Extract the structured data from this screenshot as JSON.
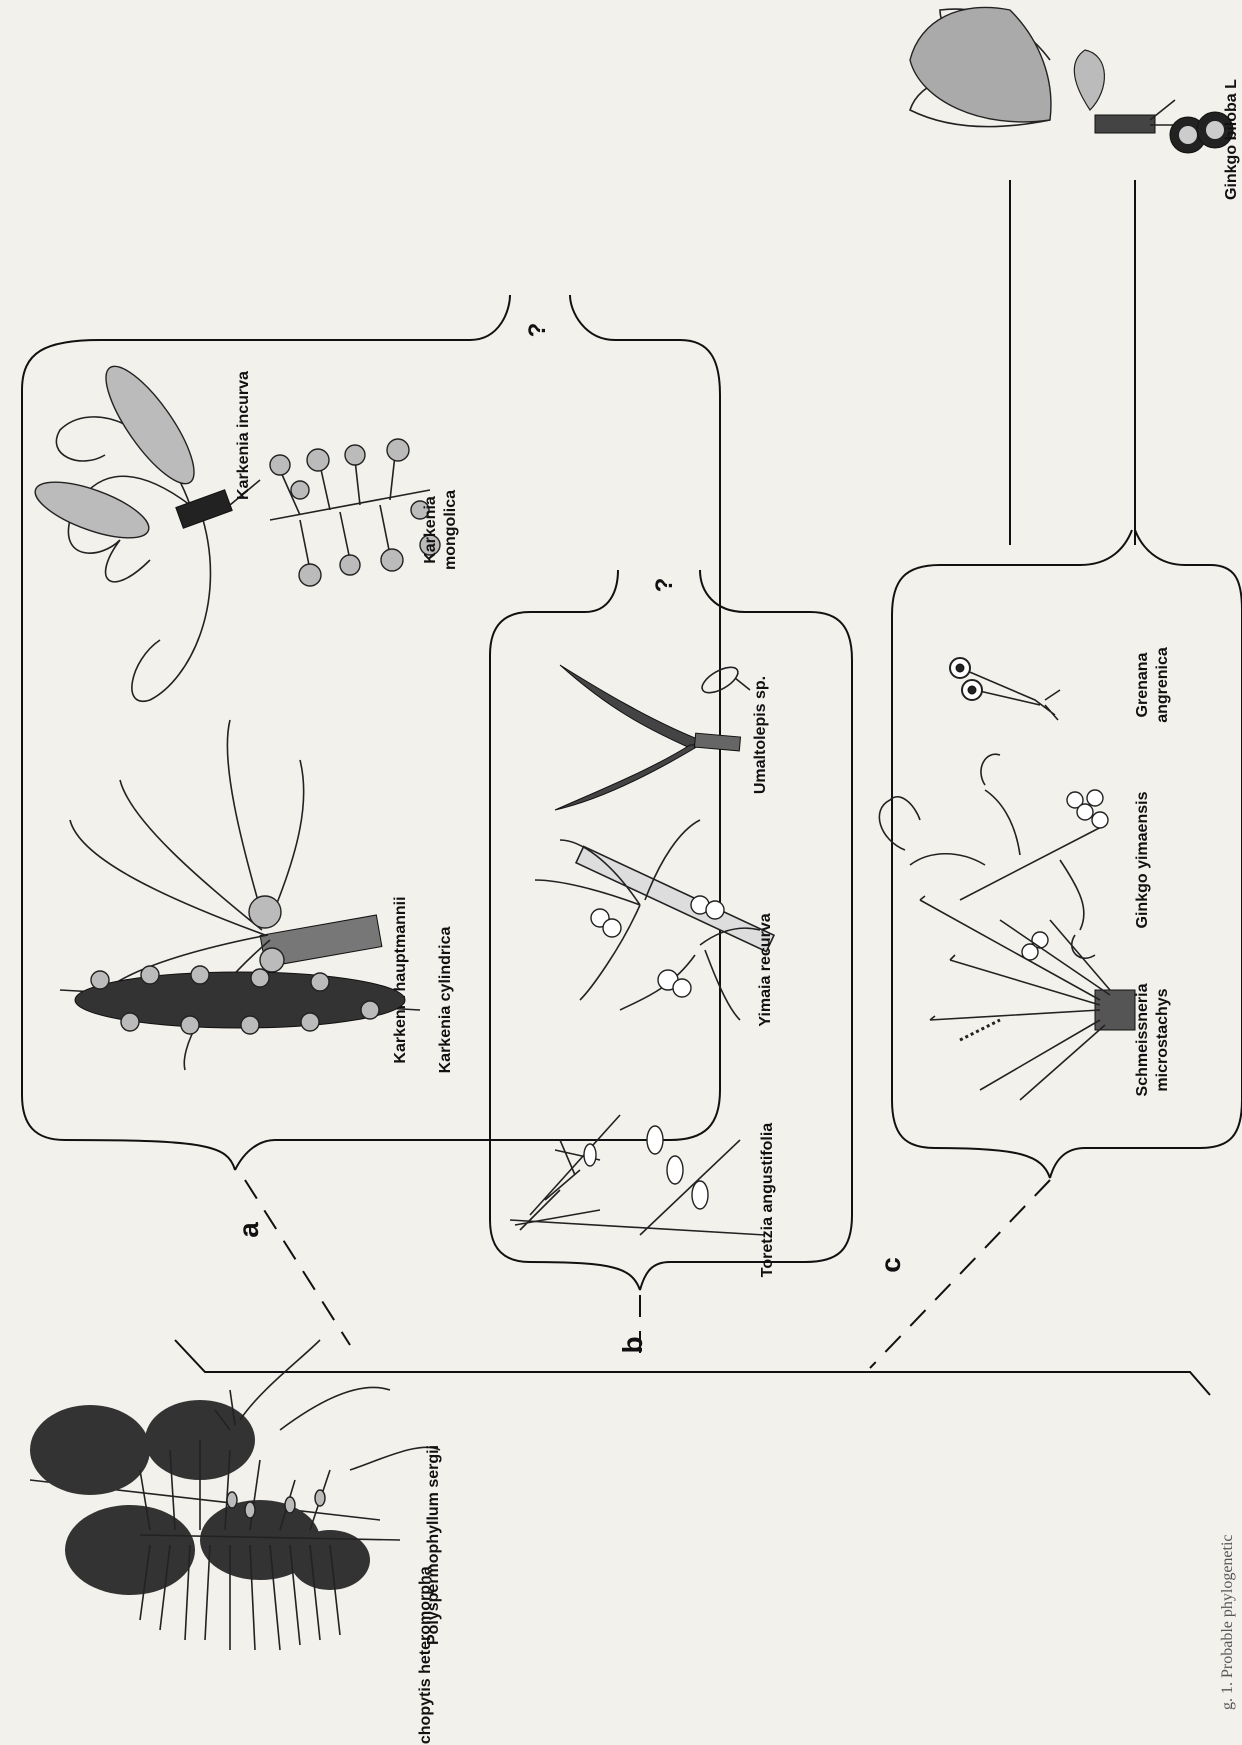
{
  "groups": {
    "a": {
      "letter": "a",
      "question": "?"
    },
    "b": {
      "letter": "b",
      "question": "?"
    },
    "c": {
      "letter": "c"
    }
  },
  "taxa": {
    "polyspermophyllum": "Polyspermophyllum sergii",
    "trichopytis": "Trichopytis heteromorpha",
    "karkenia_cylindrica": "Karkenia cylindrica",
    "karkenia_hauptmannii": "Karkenia hauptmannii",
    "karkenia_incurva": "Karkenia incurva",
    "karkenia_mongolica_1": "Karkenia",
    "karkenia_mongolica_2": "mongolica",
    "toretzia": "Toretzia angustifolia",
    "yimaia": "Yimaia recurva",
    "umaltolepis": "Umaltolepis sp.",
    "schmeissneria_1": "Schmeissneria",
    "schmeissneria_2": "microstachys",
    "ginkgo_yimaensis": "Ginkgo yimaensis",
    "grenana_1": "Grenana",
    "grenana_2": "angrenica",
    "ginkgo_biloba": "Ginkgo biloba L"
  },
  "caption_fragment": "g. 1. Probable phylogenetic"
}
